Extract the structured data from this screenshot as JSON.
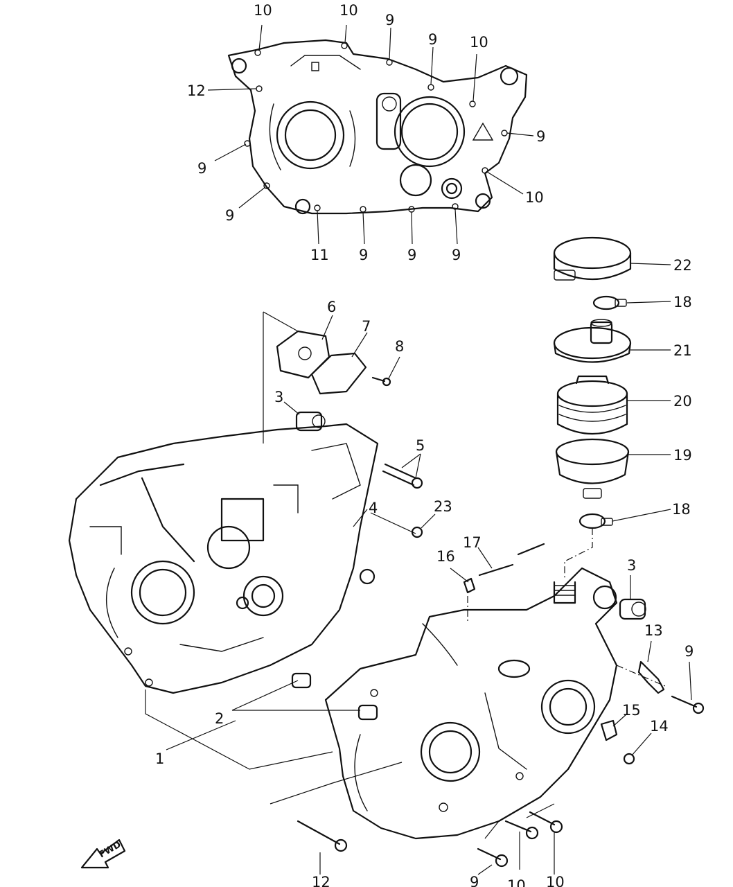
{
  "callouts": {
    "c10a": "10",
    "c10b": "10",
    "c9a": "9",
    "c9b": "9",
    "c10c": "10",
    "c12a": "12",
    "c9c": "9",
    "c9d": "9",
    "c9e": "9",
    "c10d": "10",
    "c11": "11",
    "c9f": "9",
    "c9g": "9",
    "c9h": "9",
    "c22": "22",
    "c18a": "18",
    "c21": "21",
    "c6": "6",
    "c7": "7",
    "c8": "8",
    "c3a": "3",
    "c20": "20",
    "c5": "5",
    "c19": "19",
    "c4": "4",
    "c23": "23",
    "c18b": "18",
    "c17": "17",
    "c16": "16",
    "c3b": "3",
    "c13": "13",
    "c9i": "9",
    "c15": "15",
    "c14": "14",
    "c2": "2",
    "c1": "1",
    "c12b": "12",
    "c9j": "9",
    "c10e": "10",
    "c10f": "10"
  },
  "fwd_label": "FWD"
}
